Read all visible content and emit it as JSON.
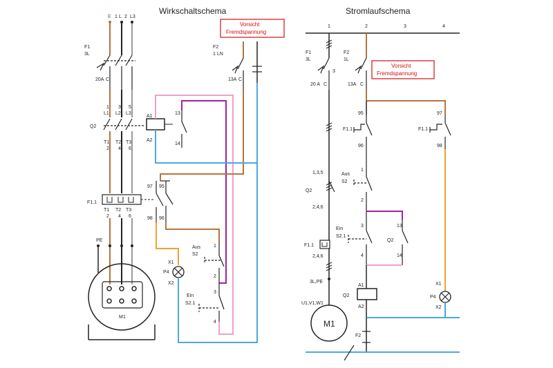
{
  "titles": {
    "left": "Wirkschaltschema",
    "right": "Stromlaufschema"
  },
  "warning": {
    "line1": "Vorsicht",
    "line2": "Fremdspannung"
  },
  "left_schema": {
    "bus_labels": [
      "E",
      "1",
      "L",
      "2",
      "L3"
    ],
    "f1_name": "F1",
    "f1_poles": "3L",
    "f1_rating": "20A",
    "f1_type": "C",
    "f2_name": "F2",
    "f2_poles": "1 LN",
    "f2_rating": "13A",
    "f2_type": "C",
    "q2_name": "Q2",
    "q2_top_nums": [
      "1",
      "3",
      "5"
    ],
    "q2_top_terms": [
      "L1",
      "L2",
      "L3"
    ],
    "q2_bottom_terms": [
      "T1",
      "T2",
      "T3"
    ],
    "q2_bottom_nums": [
      "2",
      "4",
      "6"
    ],
    "coil_a1": "A1",
    "coil_a2": "A2",
    "aux_13": "13",
    "aux_14": "14",
    "f11_name": "F1.1",
    "f11_terms": [
      "T1",
      "T2",
      "T3"
    ],
    "f11_nums": [
      "2",
      "4",
      "6"
    ],
    "f11_contacts": [
      "97",
      "95",
      "98",
      "96"
    ],
    "pe": "PE",
    "motor": "M1",
    "lamp_x1": "X1",
    "lamp_name": "P4",
    "lamp_x2": "X2",
    "s2_name": "Aus",
    "s2_id": "S2",
    "s2_nums": [
      "1",
      "2"
    ],
    "s21_name": "Ein",
    "s21_id": "S2.1",
    "s21_nums": [
      "3",
      "4"
    ]
  },
  "right_schema": {
    "col_nums": [
      "1",
      "2",
      "3",
      "4"
    ],
    "f1_name": "F1",
    "f1_poles": "3L",
    "f1_rating": "20 A",
    "f1_type": "C",
    "f1_pin": "3",
    "f2_name": "F2",
    "f2_poles": "1L",
    "f2_rating": "13A",
    "f2_type": "C",
    "f11_contact1": [
      "95",
      "96"
    ],
    "f11_contact2": [
      "97",
      "98"
    ],
    "f11_label": "F1.1",
    "q2_label": "Q2",
    "q2_main": "1,3,5",
    "q2_main2": "2,4,6",
    "s2_name": "Aus",
    "s2_id": "S2",
    "s2_nums": [
      "1",
      "2"
    ],
    "s21_name": "Ein",
    "s21_id": "S2.1",
    "s21_nums": [
      "3",
      "4"
    ],
    "q2_aux_label": "Q2",
    "q2_aux": [
      "13",
      "14"
    ],
    "f11_main": "F1.1",
    "f11_main2": "2,4,6",
    "pe": "3L,PE",
    "motor_terms": "U1,V1,W1",
    "motor": "M1",
    "coil_name": "Q2",
    "coil_a1": "A1",
    "coil_a2": "A2",
    "lamp_x1": "X1",
    "lamp_name": "P4",
    "lamp_x2": "X2",
    "f2_bottom": "F2"
  },
  "colors": {
    "wire": "#222222",
    "brown": "#b8733a",
    "grey": "#9a9a9a",
    "blue": "#4aa8e0",
    "pink": "#f0a0c8",
    "purple": "#a020a0",
    "orange": "#f0a030",
    "warn": "#d01010"
  }
}
